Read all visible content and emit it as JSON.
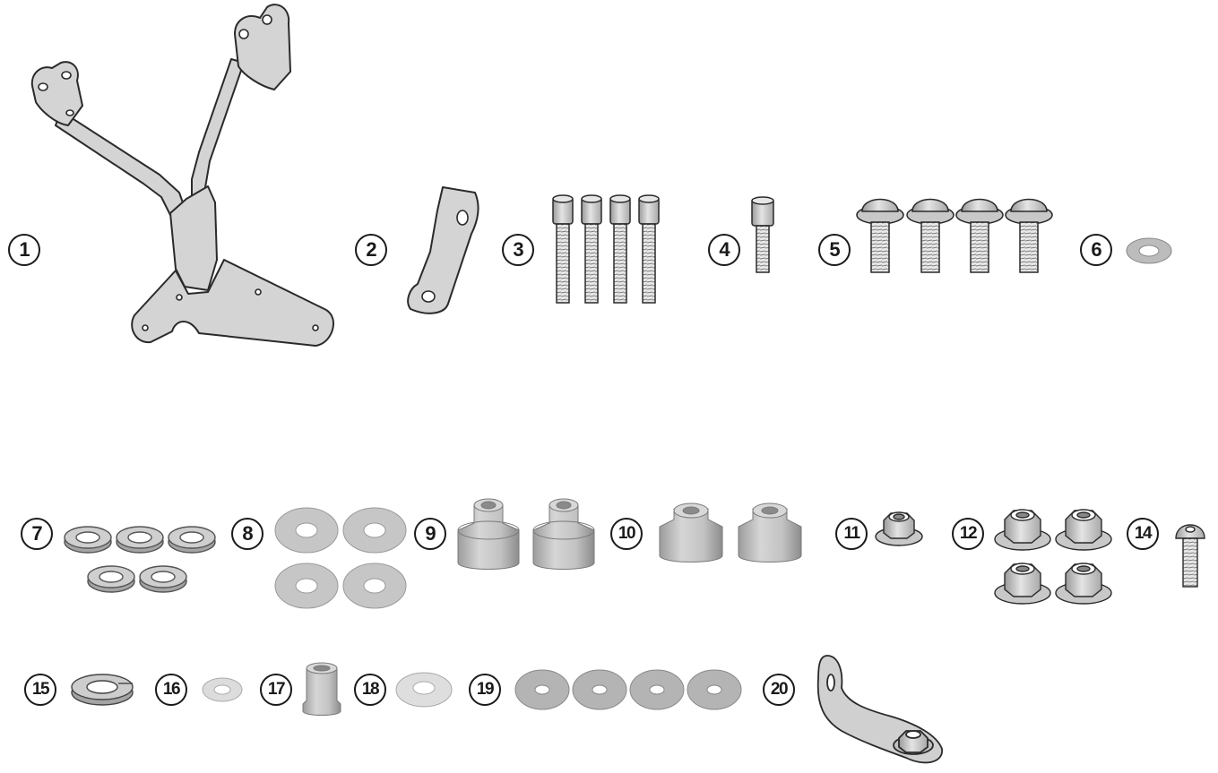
{
  "diagram": {
    "parts": [
      {
        "number": "1",
        "name": "bracket-frame"
      },
      {
        "number": "2",
        "name": "small-bracket"
      },
      {
        "number": "3",
        "name": "socket-screws-long",
        "quantity": 4
      },
      {
        "number": "4",
        "name": "socket-screw-short",
        "quantity": 1
      },
      {
        "number": "5",
        "name": "flange-button-screws",
        "quantity": 4
      },
      {
        "number": "6",
        "name": "washer",
        "quantity": 1
      },
      {
        "number": "7",
        "name": "spring-washers",
        "quantity": 5
      },
      {
        "number": "8",
        "name": "flat-washers-large",
        "quantity": 4
      },
      {
        "number": "9",
        "name": "spacers-tall",
        "quantity": 2
      },
      {
        "number": "10",
        "name": "spacers-short",
        "quantity": 2
      },
      {
        "number": "11",
        "name": "flange-nut",
        "quantity": 1
      },
      {
        "number": "12",
        "name": "flange-nuts",
        "quantity": 4
      },
      {
        "number": "14",
        "name": "button-screw",
        "quantity": 1
      },
      {
        "number": "15",
        "name": "spring-washer-large",
        "quantity": 1
      },
      {
        "number": "16",
        "name": "flat-washer-small",
        "quantity": 1
      },
      {
        "number": "17",
        "name": "bushing",
        "quantity": 1
      },
      {
        "number": "18",
        "name": "flat-washer-medium",
        "quantity": 1
      },
      {
        "number": "19",
        "name": "rubber-washers",
        "quantity": 4
      },
      {
        "number": "20",
        "name": "plate-with-nut",
        "quantity": 1
      }
    ]
  }
}
